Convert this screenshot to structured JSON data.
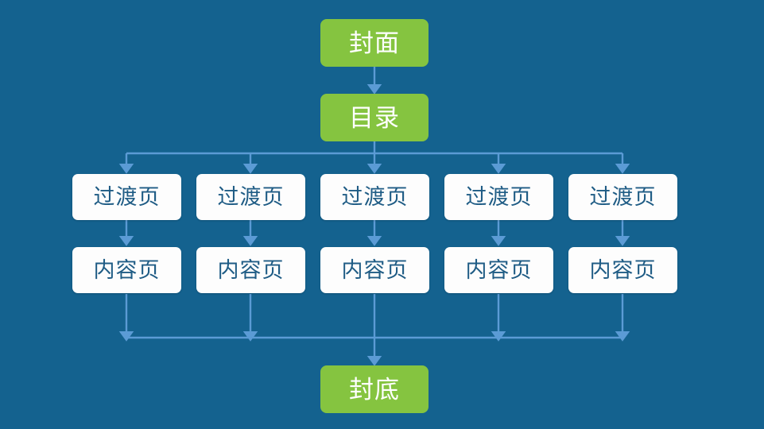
{
  "slide": {
    "background_color": "#14628f",
    "accent_green": "#85c440",
    "connector_color": "#5b9bd5",
    "node_white_bg": "#fdfdfd",
    "node_white_text_color": "#1f5c85"
  },
  "nodes": {
    "cover": {
      "label": "封面"
    },
    "toc": {
      "label": "目录"
    },
    "back_cover": {
      "label": "封底"
    },
    "transition": [
      {
        "label": "过渡页"
      },
      {
        "label": "过渡页"
      },
      {
        "label": "过渡页"
      },
      {
        "label": "过渡页"
      },
      {
        "label": "过渡页"
      }
    ],
    "content": [
      {
        "label": "内容页"
      },
      {
        "label": "内容页"
      },
      {
        "label": "内容页"
      },
      {
        "label": "内容页"
      },
      {
        "label": "内容页"
      }
    ]
  }
}
